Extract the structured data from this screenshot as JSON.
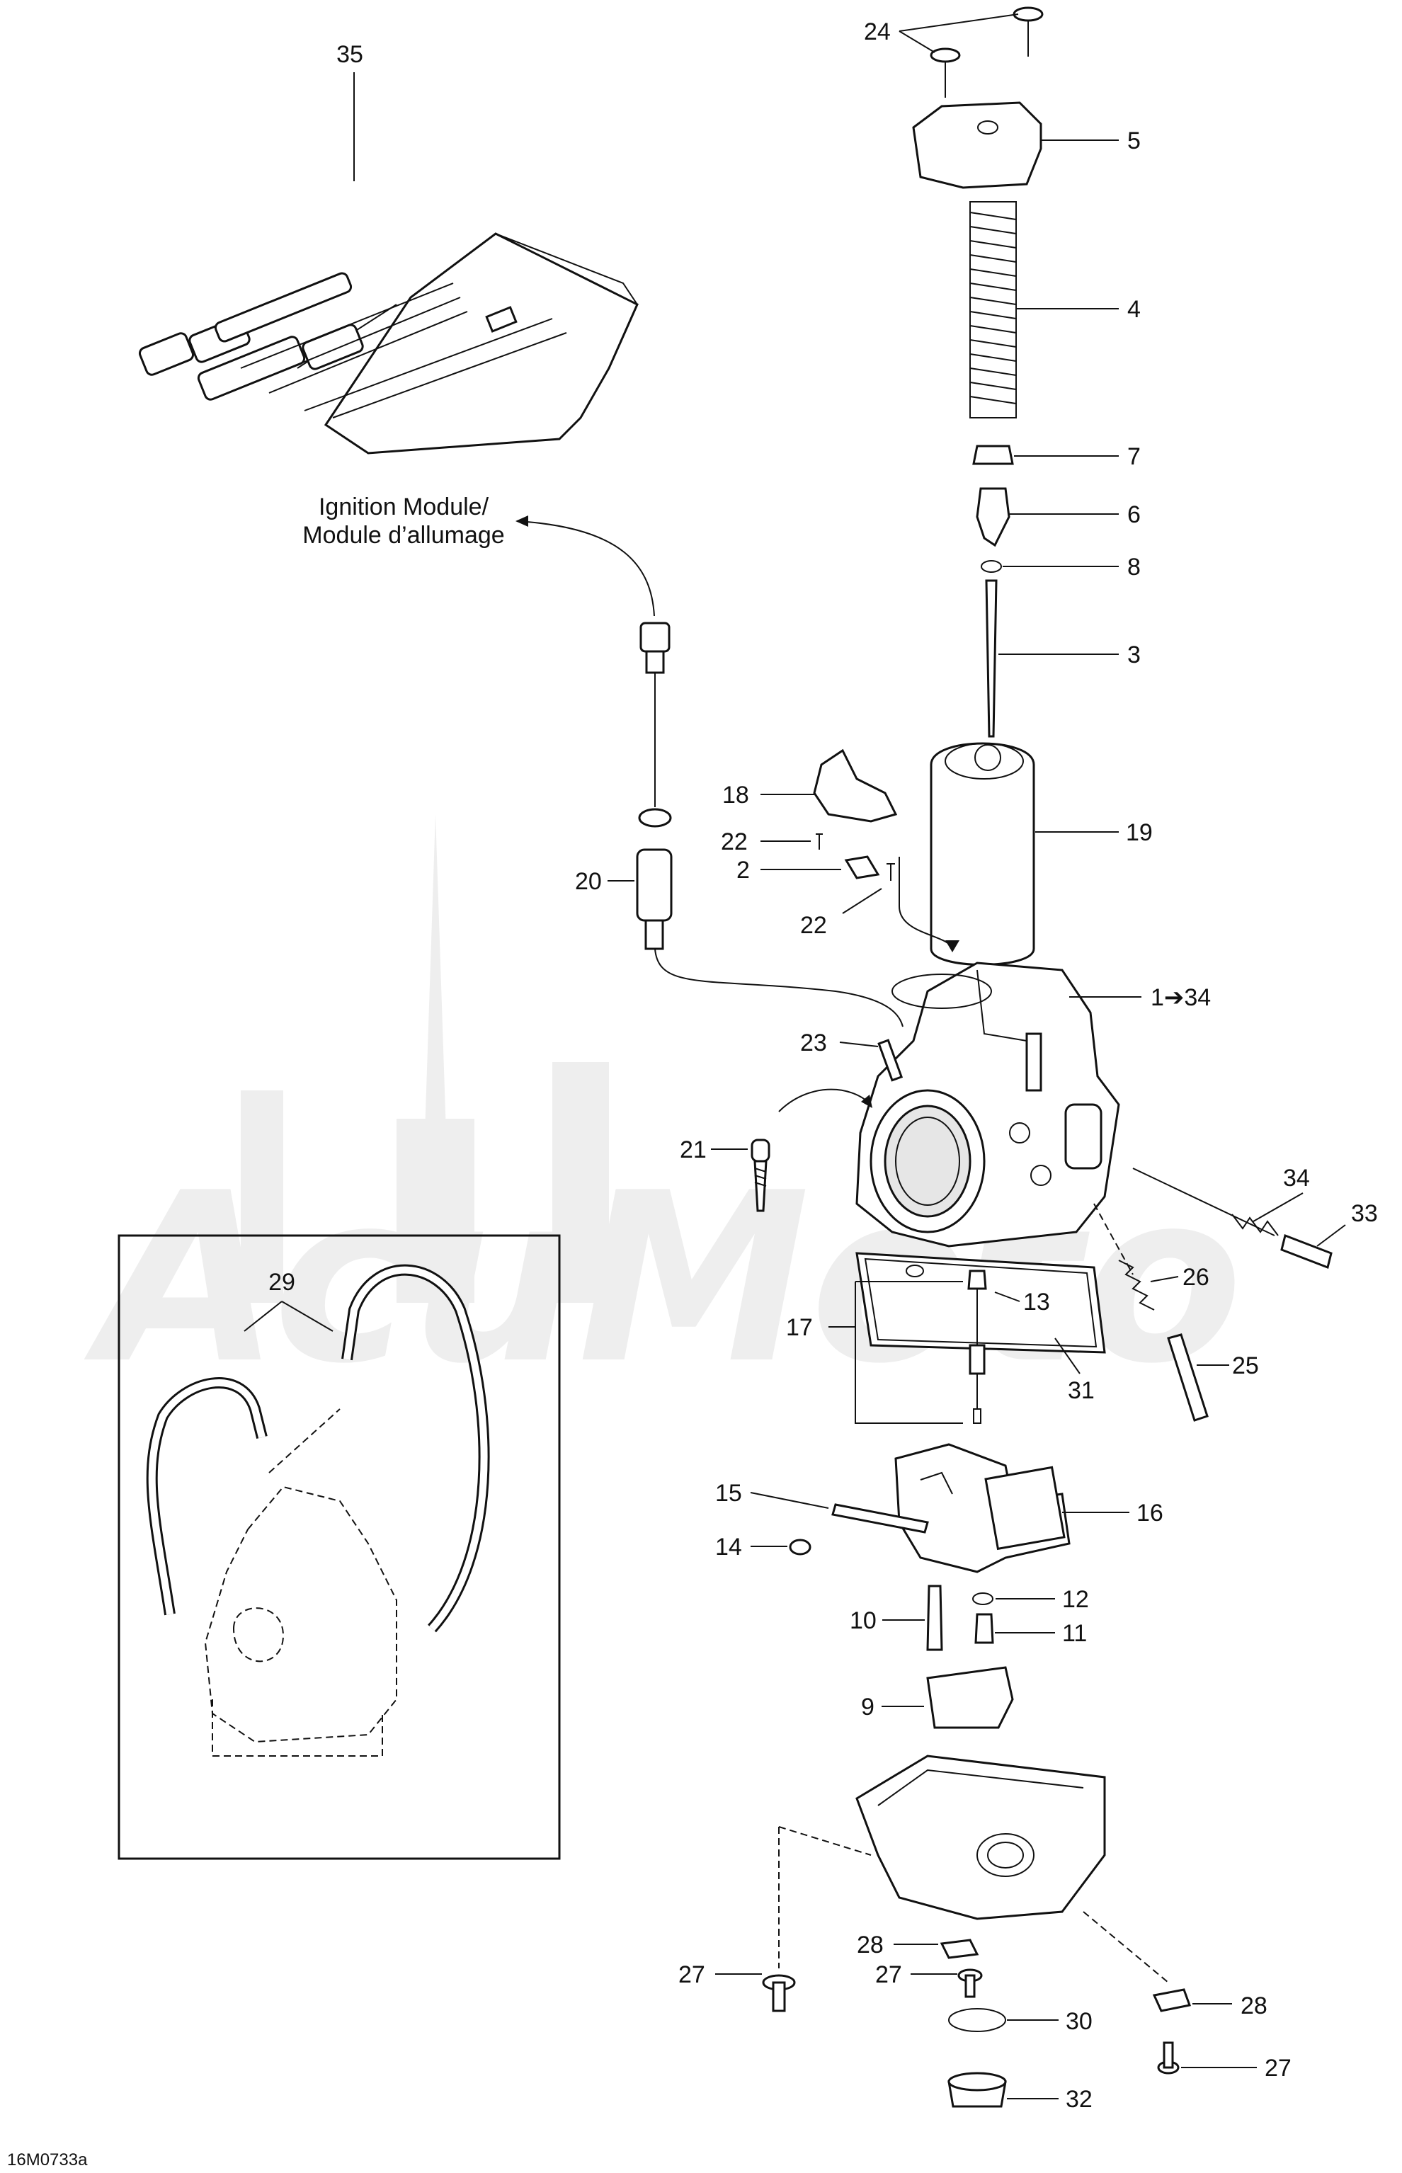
{
  "diagram": {
    "watermark": "AcuMoto",
    "drawing_code": "16M0733a",
    "ignition_note": [
      "Ignition Module/",
      "Module d’allumage"
    ],
    "callouts": {
      "c35": "35",
      "c24": "24",
      "c5": "5",
      "c4": "4",
      "c7": "7",
      "c6": "6",
      "c8": "8",
      "c3": "3",
      "c18": "18",
      "c22a": "22",
      "c2": "2",
      "c22b": "22",
      "c20": "20",
      "c19": "19",
      "c1": "1➔34",
      "c23": "23",
      "c21": "21",
      "c34": "34",
      "c33": "33",
      "c29": "29",
      "c13": "13",
      "c26": "26",
      "c17": "17",
      "c31": "31",
      "c25": "25",
      "c15": "15",
      "c16": "16",
      "c14": "14",
      "c12": "12",
      "c10": "10",
      "c11": "11",
      "c9": "9",
      "c28a": "28",
      "c27a": "27",
      "c27b": "27",
      "c30": "30",
      "c28b": "28",
      "c27c": "27",
      "c32": "32"
    }
  }
}
